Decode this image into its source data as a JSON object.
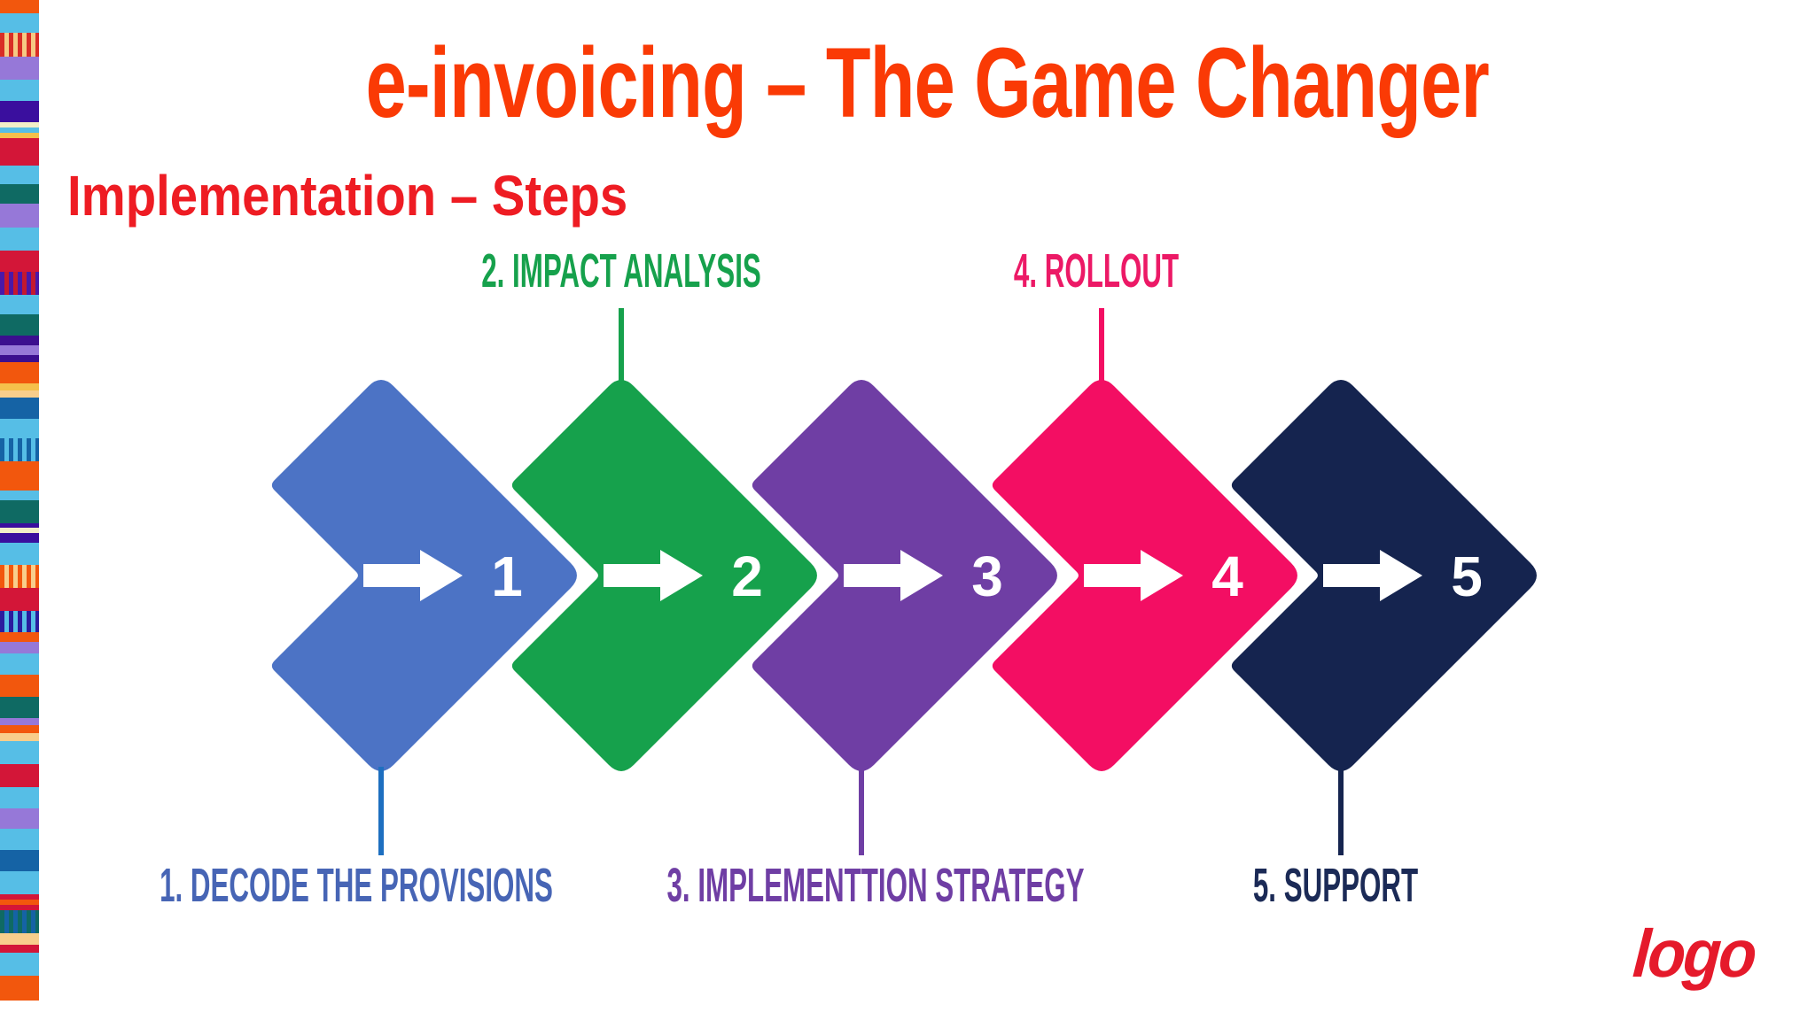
{
  "slide": {
    "title": "e-invoicing – The Game Changer",
    "title_color": "#FA3A05",
    "subtitle": "Implementation – Steps",
    "subtitle_color": "#EE1C23",
    "background": "#FFFFFF"
  },
  "diagram": {
    "arrow_color": "#FFFFFF",
    "number_color": "#FFFFFF",
    "steps": [
      {
        "number": "1",
        "label": "1. DECODE THE PROVISIONS",
        "color": "#4C73C5",
        "label_color": "#4765B5",
        "connector_color": "#1D6FC0",
        "label_position": "below"
      },
      {
        "number": "2",
        "label": "2. IMPACT ANALYSIS",
        "color": "#16A14C",
        "label_color": "#16A14C",
        "connector_color": "#16A14C",
        "label_position": "above"
      },
      {
        "number": "3",
        "label": "3. IMPLEMENTTION STRATEGY",
        "color": "#6F3EA4",
        "label_color": "#6F3EA4",
        "connector_color": "#6F3EA4",
        "label_position": "below"
      },
      {
        "number": "4",
        "label": "4. ROLLOUT",
        "color": "#F30E63",
        "label_color": "#EC1966",
        "connector_color": "#F30E63",
        "label_position": "above"
      },
      {
        "number": "5",
        "label": "5. SUPPORT",
        "color": "#15244F",
        "label_color": "#1B2A56",
        "connector_color": "#15244F",
        "label_position": "below"
      }
    ]
  },
  "logo": {
    "text": "logo",
    "color": "#E51A2B"
  },
  "side_strip": {
    "bands": [
      {
        "h": 15,
        "type": "solid",
        "colors": [
          "#F2570D"
        ]
      },
      {
        "h": 22,
        "type": "solid",
        "colors": [
          "#56BEE6"
        ]
      },
      {
        "h": 27,
        "type": "vstripes",
        "colors": [
          "#D92D26",
          "#F6C983"
        ]
      },
      {
        "h": 26,
        "type": "solid",
        "colors": [
          "#9678D8"
        ]
      },
      {
        "h": 24,
        "type": "solid",
        "colors": [
          "#56BEE6"
        ]
      },
      {
        "h": 24,
        "type": "solid",
        "colors": [
          "#3A0F9E"
        ]
      },
      {
        "h": 6,
        "type": "solid",
        "colors": [
          "#F2EFC8"
        ]
      },
      {
        "h": 6,
        "type": "solid",
        "colors": [
          "#56BEE6"
        ]
      },
      {
        "h": 6,
        "type": "solid",
        "colors": [
          "#F5C04B"
        ]
      },
      {
        "h": 31,
        "type": "solid",
        "colors": [
          "#D31638"
        ]
      },
      {
        "h": 21,
        "type": "solid",
        "colors": [
          "#56BEE6"
        ]
      },
      {
        "h": 22,
        "type": "solid",
        "colors": [
          "#0F6A63"
        ]
      },
      {
        "h": 27,
        "type": "solid",
        "colors": [
          "#9678D8"
        ]
      },
      {
        "h": 26,
        "type": "solid",
        "colors": [
          "#56BEE6"
        ]
      },
      {
        "h": 24,
        "type": "solid",
        "colors": [
          "#D31638"
        ]
      },
      {
        "h": 26,
        "type": "vstripes",
        "colors": [
          "#4A18A8",
          "#C4182E"
        ]
      },
      {
        "h": 22,
        "type": "solid",
        "colors": [
          "#56BEE6"
        ]
      },
      {
        "h": 24,
        "type": "solid",
        "colors": [
          "#0F6A63"
        ]
      },
      {
        "h": 11,
        "type": "solid",
        "colors": [
          "#3B0F8F"
        ]
      },
      {
        "h": 11,
        "type": "solid",
        "colors": [
          "#9678D8"
        ]
      },
      {
        "h": 8,
        "type": "solid",
        "colors": [
          "#3B0F8F"
        ]
      },
      {
        "h": 24,
        "type": "solid",
        "colors": [
          "#F2570D"
        ]
      },
      {
        "h": 8,
        "type": "solid",
        "colors": [
          "#F5C04B"
        ]
      },
      {
        "h": 8,
        "type": "solid",
        "colors": [
          "#F8CE8C"
        ]
      },
      {
        "h": 24,
        "type": "solid",
        "colors": [
          "#1563A5"
        ]
      },
      {
        "h": 22,
        "type": "solid",
        "colors": [
          "#56BEE6"
        ]
      },
      {
        "h": 26,
        "type": "vstripes",
        "colors": [
          "#1563A5",
          "#56BEE6"
        ]
      },
      {
        "h": 33,
        "type": "solid",
        "colors": [
          "#F2570D"
        ]
      },
      {
        "h": 11,
        "type": "solid",
        "colors": [
          "#56BEE6"
        ]
      },
      {
        "h": 26,
        "type": "solid",
        "colors": [
          "#0F6A63"
        ]
      },
      {
        "h": 5,
        "type": "solid",
        "colors": [
          "#3A0F9E"
        ]
      },
      {
        "h": 6,
        "type": "solid",
        "colors": [
          "#F2EFC8"
        ]
      },
      {
        "h": 11,
        "type": "solid",
        "colors": [
          "#3A0F9E"
        ]
      },
      {
        "h": 25,
        "type": "solid",
        "colors": [
          "#56BEE6"
        ]
      },
      {
        "h": 26,
        "type": "vstripes",
        "colors": [
          "#F2570D",
          "#F8CE8C"
        ]
      },
      {
        "h": 26,
        "type": "solid",
        "colors": [
          "#D31638"
        ]
      },
      {
        "h": 24,
        "type": "vstripes",
        "colors": [
          "#2B1C9E",
          "#56BEE6"
        ]
      },
      {
        "h": 11,
        "type": "solid",
        "colors": [
          "#F2570D"
        ]
      },
      {
        "h": 13,
        "type": "solid",
        "colors": [
          "#9678D8"
        ]
      },
      {
        "h": 24,
        "type": "solid",
        "colors": [
          "#56BEE6"
        ]
      },
      {
        "h": 25,
        "type": "solid",
        "colors": [
          "#F2570D"
        ]
      },
      {
        "h": 24,
        "type": "solid",
        "colors": [
          "#0F6A63"
        ]
      },
      {
        "h": 8,
        "type": "solid",
        "colors": [
          "#9678D8"
        ]
      },
      {
        "h": 9,
        "type": "solid",
        "colors": [
          "#F2570D"
        ]
      },
      {
        "h": 9,
        "type": "solid",
        "colors": [
          "#F8CE8C"
        ]
      },
      {
        "h": 26,
        "type": "solid",
        "colors": [
          "#56BEE6"
        ]
      },
      {
        "h": 26,
        "type": "solid",
        "colors": [
          "#D31638"
        ]
      },
      {
        "h": 24,
        "type": "solid",
        "colors": [
          "#56BEE6"
        ]
      },
      {
        "h": 23,
        "type": "solid",
        "colors": [
          "#9678D8"
        ]
      },
      {
        "h": 24,
        "type": "solid",
        "colors": [
          "#56BEE6"
        ]
      },
      {
        "h": 24,
        "type": "solid",
        "colors": [
          "#1563A5"
        ]
      },
      {
        "h": 26,
        "type": "solid",
        "colors": [
          "#56BEE6"
        ]
      },
      {
        "h": 6,
        "type": "solid",
        "colors": [
          "#D31638"
        ]
      },
      {
        "h": 6,
        "type": "solid",
        "colors": [
          "#F2570D"
        ]
      },
      {
        "h": 6,
        "type": "solid",
        "colors": [
          "#D31638"
        ]
      },
      {
        "h": 26,
        "type": "vstripes",
        "colors": [
          "#0F6A63",
          "#1563A5"
        ]
      },
      {
        "h": 13,
        "type": "solid",
        "colors": [
          "#F8CE8C"
        ]
      },
      {
        "h": 9,
        "type": "solid",
        "colors": [
          "#D31638"
        ]
      },
      {
        "h": 26,
        "type": "solid",
        "colors": [
          "#56BEE6"
        ]
      },
      {
        "h": 28,
        "type": "solid",
        "colors": [
          "#F2570D"
        ]
      }
    ]
  }
}
